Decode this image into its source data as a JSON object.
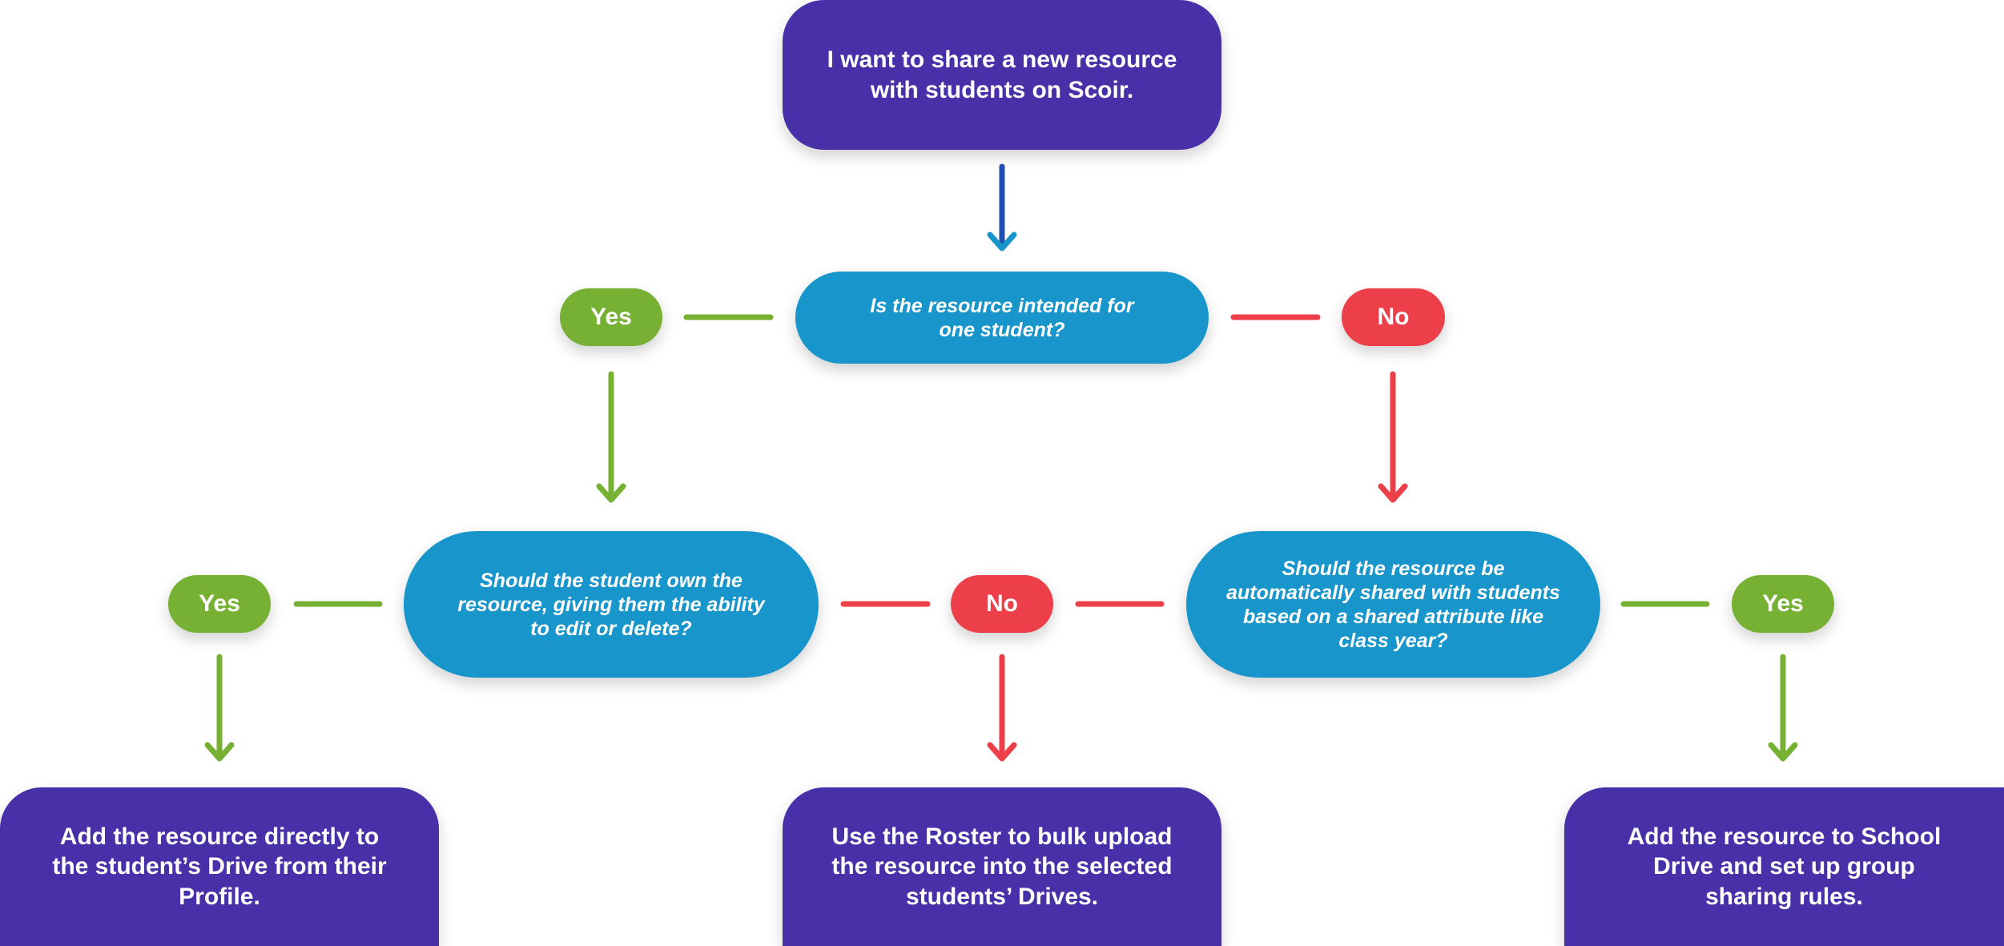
{
  "colors": {
    "action_box": "#4730a8",
    "question": "#1896cb",
    "yes": "#77b133",
    "no": "#ec3f4a",
    "start_arrow": "#1f4fb0"
  },
  "start": {
    "text": "I want to share a new resource with students on Scoir."
  },
  "q1": {
    "text": "Is the resource intended for one student?"
  },
  "q1_yes": "Yes",
  "q1_no": "No",
  "q2": {
    "text": "Should the student own the resource, giving them the ability to edit or delete?"
  },
  "q2_yes": "Yes",
  "shared_no": "No",
  "q3": {
    "text": "Should the resource be automatically shared with students based on a shared attribute like class year?"
  },
  "q3_yes": "Yes",
  "outcomes": {
    "drive": "Add the resource directly to the student’s Drive from their Profile.",
    "roster": "Use the Roster to bulk upload the resource into the selected students’ Drives.",
    "school_drive": "Add the resource to School Drive and set up group sharing rules."
  }
}
